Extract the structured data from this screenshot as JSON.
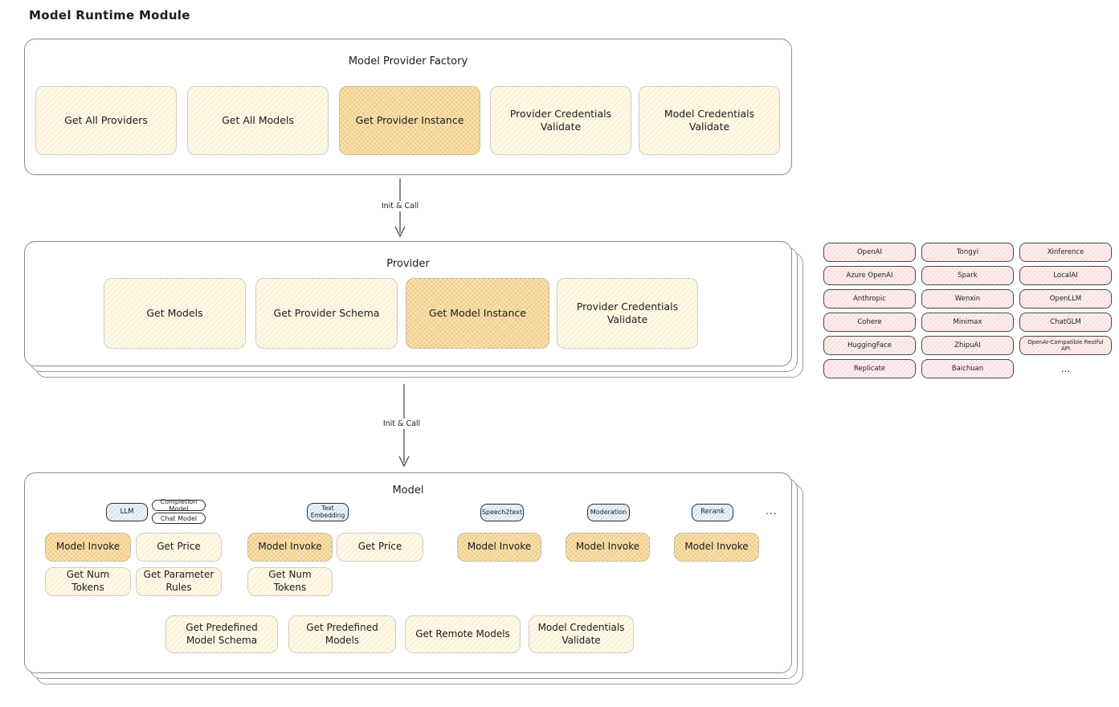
{
  "title": "Model Runtime Module",
  "arrows": {
    "first": "Init & Call",
    "second": "Init & Call"
  },
  "factory": {
    "title": "Model Provider Factory",
    "items": [
      {
        "label": "Get All Providers"
      },
      {
        "label": "Get All Models"
      },
      {
        "label": "Get Provider Instance"
      },
      {
        "label": "Provider Credentials Validate"
      },
      {
        "label": "Model Credentials Validate"
      }
    ]
  },
  "provider": {
    "title": "Provider",
    "items": [
      {
        "label": "Get Models"
      },
      {
        "label": "Get Provider Schema"
      },
      {
        "label": "Get Model Instance"
      },
      {
        "label": "Provider Credentials Validate"
      }
    ]
  },
  "provider_list": {
    "items": [
      "OpenAI",
      "Tongyi",
      "Xinference",
      "Azure OpenAI",
      "Spark",
      "LocalAI",
      "Anthropic",
      "Wenxin",
      "OpenLLM",
      "Cohere",
      "Minimax",
      "ChatGLM",
      "HuggingFace",
      "ZhipuAI",
      "OpenAI-Compatible Restful API",
      "Replicate",
      "Baichuan",
      "..."
    ]
  },
  "model": {
    "title": "Model",
    "ellipsis": "...",
    "tabs": {
      "llm": "LLM",
      "completion_model": "Completion Model",
      "chat_model": "Chat Model",
      "text_embedding": "Text Embedding",
      "speech2text": "Speech2text",
      "moderation": "Moderation",
      "rerank": "Rerank"
    },
    "llm": {
      "invoke": "Model Invoke",
      "price": "Get Price",
      "num_tokens": "Get Num Tokens",
      "parameter_rules": "Get Parameter Rules"
    },
    "text_embedding": {
      "invoke": "Model Invoke",
      "price": "Get Price",
      "num_tokens": "Get Num Tokens"
    },
    "speech2text": {
      "invoke": "Model Invoke"
    },
    "moderation": {
      "invoke": "Model Invoke"
    },
    "rerank": {
      "invoke": "Model Invoke"
    },
    "bottom": [
      "Get Predefined Model Schema",
      "Get Predefined Models",
      "Get Remote Models",
      "Model Credentials Validate"
    ]
  },
  "colors": {
    "box_fill": "#fdf8e7",
    "highlight_fill": "#f7e3b2",
    "provider_cell_fill": "#fdeeee",
    "tab_fill": "#e8f3fb",
    "panel_border": "#8a8a8a"
  }
}
